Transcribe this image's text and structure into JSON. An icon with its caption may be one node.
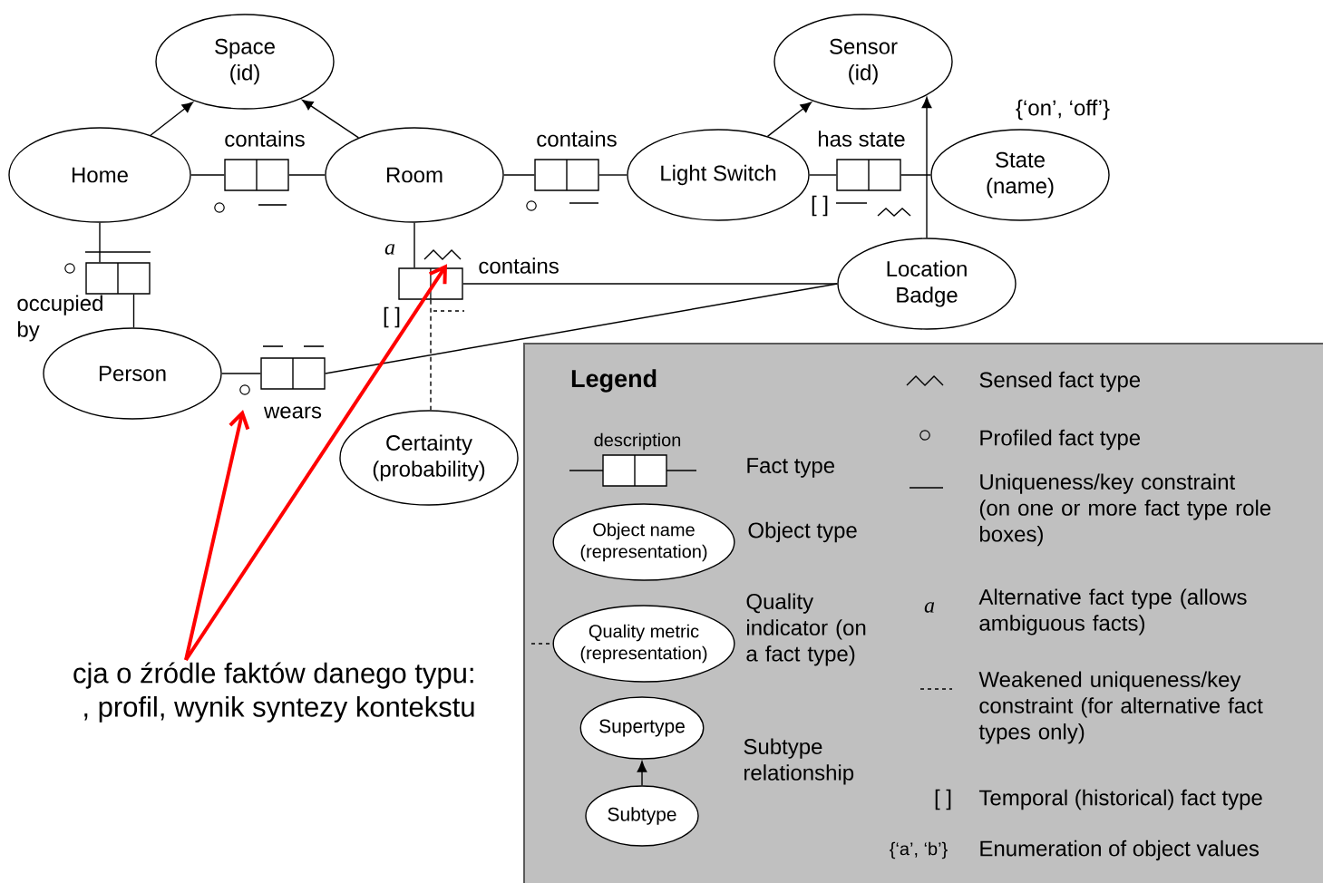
{
  "diagram": {
    "nodes": [
      {
        "text": [
          "Space",
          "(id)"
        ]
      },
      {
        "text": [
          "Sensor",
          "(id)"
        ]
      },
      {
        "text": [
          "Home"
        ]
      },
      {
        "text": [
          "contains"
        ]
      },
      {
        "text": [
          "Room"
        ]
      },
      {
        "text": [
          "contains"
        ]
      },
      {
        "text": [
          "Light Switch"
        ]
      },
      {
        "text": [
          "has state"
        ]
      },
      {
        "text": [
          "State",
          "(name)"
        ]
      },
      {
        "text": [
          "occupied by"
        ]
      },
      {
        "text": [
          "contains"
        ]
      },
      {
        "text": [
          "Location",
          "Badge"
        ]
      },
      {
        "text": [
          "Person"
        ]
      },
      {
        "text": [
          "wears"
        ]
      },
      {
        "text": [
          "Certainty",
          "(probability)"
        ]
      },
      {
        "text": [
          "Legend"
        ]
      },
      {
        "text": [
          "description"
        ],
        "in": 15
      },
      {
        "text": [
          "Object name",
          "(representation)"
        ],
        "in": 15
      },
      {
        "text": [
          "Quality metric",
          "(representation)"
        ],
        "in": 15
      },
      {
        "text": [
          "Supertype"
        ],
        "in": 15
      },
      {
        "text": [
          "Subtype"
        ],
        "in": 15
      },
      {
        "text": [
          "cja o źródle faktów danego typu:",
          ", profil, wynik syntezy kontekstu"
        ]
      }
    ],
    "edges": [
      {
        "from": 2,
        "to": 0,
        "arrow": "to"
      },
      {
        "from": 4,
        "to": 0,
        "arrow": "to"
      },
      {
        "from": 6,
        "to": 1,
        "arrow": "to"
      },
      {
        "from": 11,
        "to": 1,
        "arrow": "to"
      },
      {
        "from": 2,
        "to": 3,
        "arrow": "none"
      },
      {
        "from": 3,
        "to": 4,
        "arrow": "none"
      },
      {
        "from": 4,
        "to": 5,
        "arrow": "none"
      },
      {
        "from": 5,
        "to": 6,
        "arrow": "none"
      },
      {
        "from": 6,
        "to": 7,
        "arrow": "none"
      },
      {
        "from": 7,
        "to": 8,
        "arrow": "none"
      },
      {
        "from": 2,
        "to": 9,
        "arrow": "none"
      },
      {
        "from": 9,
        "to": 12,
        "arrow": "none"
      },
      {
        "from": 4,
        "to": 10,
        "arrow": "none"
      },
      {
        "from": 10,
        "to": 11,
        "arrow": "none"
      },
      {
        "from": 12,
        "to": 13,
        "arrow": "none"
      },
      {
        "from": 13,
        "to": 11,
        "arrow": "none"
      },
      {
        "from": 10,
        "to": 14,
        "arrow": "none",
        "style": "dashed"
      },
      {
        "from": 21,
        "to": null,
        "arrow": "to",
        "style": "thick",
        "color": "#ff0000"
      },
      {
        "from": 21,
        "to": 10,
        "arrow": "to",
        "style": "thick",
        "color": "#ff0000"
      },
      {
        "from": 20,
        "to": 19,
        "arrow": "to"
      }
    ],
    "labels": [
      "{‘on’, ‘off’}",
      "[ ]",
      "a",
      "[ ]",
      "a",
      "[ ]",
      "{‘a’, ‘b’}"
    ],
    "legend": [
      {
        "text": "Fact type"
      },
      {
        "text": "Object type"
      },
      {
        "text": "Quality indicator (on a fact type)"
      },
      {
        "text": "Subtype relationship"
      },
      {
        "text": "Sensed fact type"
      },
      {
        "text": "Profiled fact type"
      },
      {
        "text": "Uniqueness/key constraint (on one or more fact type role boxes)"
      },
      {
        "text": "Alternative fact type (allows ambiguous facts)"
      },
      {
        "text": "Weakened uniqueness/key constraint (for alternative fact types only)"
      },
      {
        "text": "Temporal (historical) fact type"
      },
      {
        "text": "Enumeration of object values"
      }
    ]
  }
}
